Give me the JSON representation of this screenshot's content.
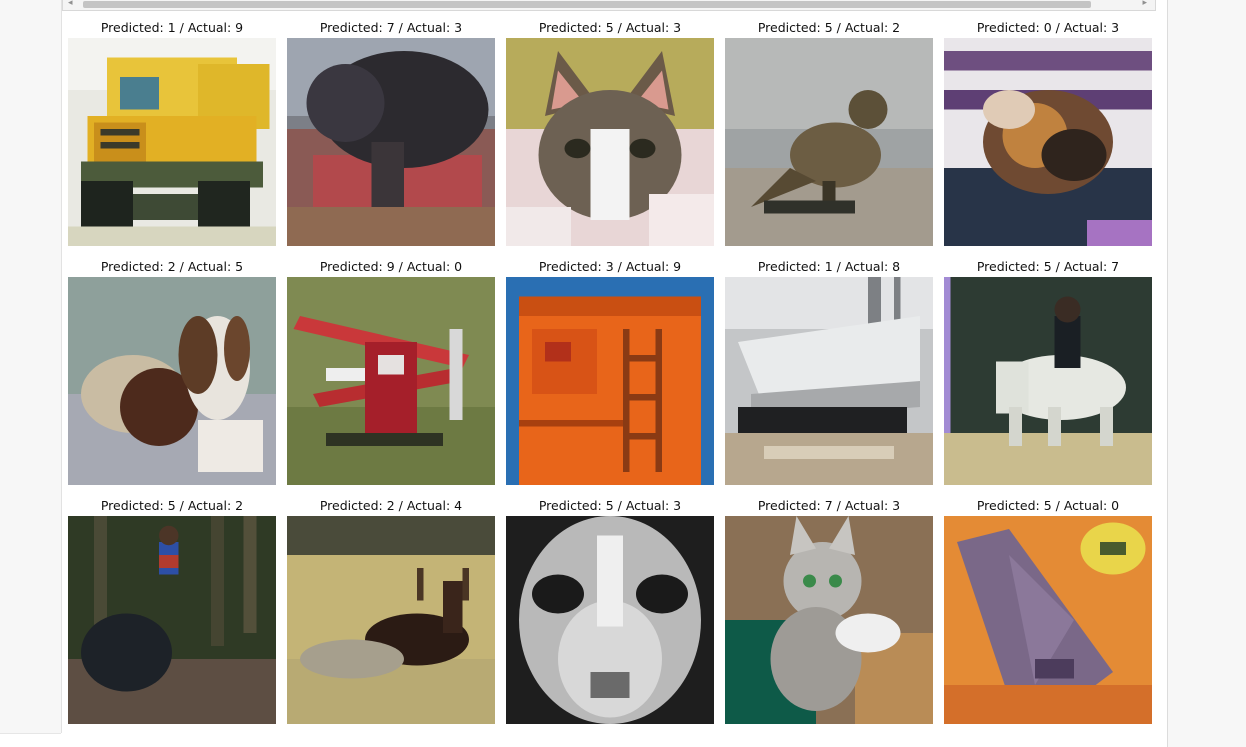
{
  "scrollbar": {
    "left_arrow": "◂",
    "right_arrow": "▸",
    "thumb_fraction": 0.93
  },
  "predictions": [
    {
      "label": "Predicted: 1 / Actual: 9",
      "icon": "dump-truck-image"
    },
    {
      "label": "Predicted: 7 / Actual: 3",
      "icon": "dark-cat-image"
    },
    {
      "label": "Predicted: 5 / Actual: 3",
      "icon": "cat-face-image"
    },
    {
      "label": "Predicted: 5 / Actual: 2",
      "icon": "bird-image"
    },
    {
      "label": "Predicted: 0 / Actual: 3",
      "icon": "calico-cat-image"
    },
    {
      "label": "Predicted: 2 / Actual: 5",
      "icon": "dog-image"
    },
    {
      "label": "Predicted: 9 / Actual: 0",
      "icon": "red-biplane-image"
    },
    {
      "label": "Predicted: 3 / Actual: 9",
      "icon": "orange-truck-image"
    },
    {
      "label": "Predicted: 1 / Actual: 8",
      "icon": "white-boat-image"
    },
    {
      "label": "Predicted: 5 / Actual: 7",
      "icon": "white-horse-rider-image"
    },
    {
      "label": "Predicted: 5 / Actual: 2",
      "icon": "dark-bird-forest-image"
    },
    {
      "label": "Predicted: 2 / Actual: 4",
      "icon": "deer-image"
    },
    {
      "label": "Predicted: 5 / Actual: 3",
      "icon": "grayscale-cat-face-image"
    },
    {
      "label": "Predicted: 7 / Actual: 3",
      "icon": "tabby-cat-image"
    },
    {
      "label": "Predicted: 5 / Actual: 0",
      "icon": "airplane-orange-image"
    }
  ]
}
